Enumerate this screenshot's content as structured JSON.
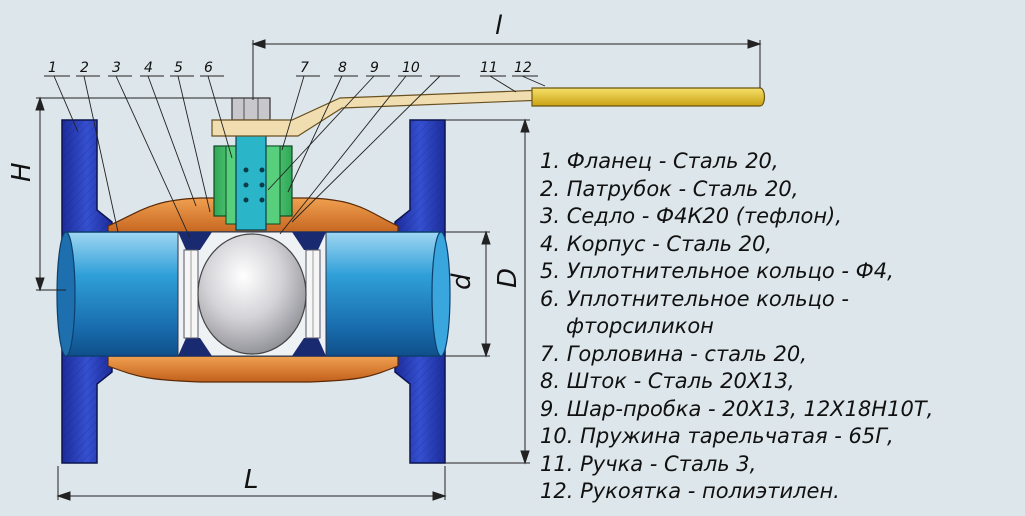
{
  "dimensions": {
    "l": "l",
    "H": "H",
    "d": "d",
    "D": "D",
    "L": "L"
  },
  "callouts": [
    "1",
    "2",
    "3",
    "4",
    "5",
    "6",
    "7",
    "8",
    "9",
    "10",
    "11",
    "12"
  ],
  "legend": [
    {
      "line1": "1. Фланец - Сталь 20,"
    },
    {
      "line1": "2. Патрубок - Сталь 20,"
    },
    {
      "line1": "3. Седло - Ф4К20 (тефлон),"
    },
    {
      "line1": "4. Корпус - Сталь 20,"
    },
    {
      "line1": "5. Уплотнительное кольцо - Ф4,"
    },
    {
      "line1": "6. Уплотнительное кольцо -",
      "line2": "фторсиликон"
    },
    {
      "line1": "7. Горловина - сталь 20,"
    },
    {
      "line1": "8. Шток - Сталь 20Х13,"
    },
    {
      "line1": "9. Шар-пробка - 20Х13, 12Х18Н10Т,"
    },
    {
      "line1": "10. Пружина тарельчатая - 65Г,"
    },
    {
      "line1": "11. Ручка - Сталь 3,"
    },
    {
      "line1": "12. Рукоятка - полиэтилен."
    }
  ],
  "colors": {
    "background": "#dde6ea",
    "flange": "#2a3fb8",
    "pipe": "#2f9fd8",
    "body": "#d9752a",
    "neck": "#3ec46a",
    "seal": "#1a2a70",
    "handle": "#f1deb0",
    "grip": "#e2c22a",
    "ball": "#d8d8dc"
  }
}
